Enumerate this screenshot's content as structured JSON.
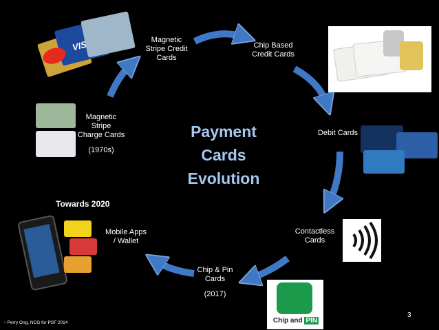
{
  "slide": {
    "title_lines": [
      "Payment",
      "Cards",
      "Evolution"
    ],
    "page_number": "3",
    "footer": "~ Perry Ong, NCG for PSF 2014",
    "towards": "Towards 2020"
  },
  "stages": {
    "magnetic_credit": [
      "Magnetic",
      "Stripe Credit",
      "Cards"
    ],
    "chip_based": [
      "Chip Based",
      "Credit Cards"
    ],
    "debit": "Debit Cards",
    "contactless": [
      "Contactless",
      "Cards"
    ],
    "chip_pin": [
      "Chip & Pin",
      "Cards"
    ],
    "chip_pin_year": "(2017)",
    "mobile": [
      "Mobile Apps",
      "/ Wallet"
    ],
    "charge": [
      "Magnetic",
      "Stripe",
      "Charge Cards"
    ],
    "charge_year": "(1970s)"
  },
  "images": {
    "chip_and_pin_logo_text": [
      "Chip",
      "and",
      "PIN"
    ]
  },
  "colors": {
    "arrow": "#3f78c4",
    "title": "#a6c8f0",
    "background": "#000000"
  }
}
